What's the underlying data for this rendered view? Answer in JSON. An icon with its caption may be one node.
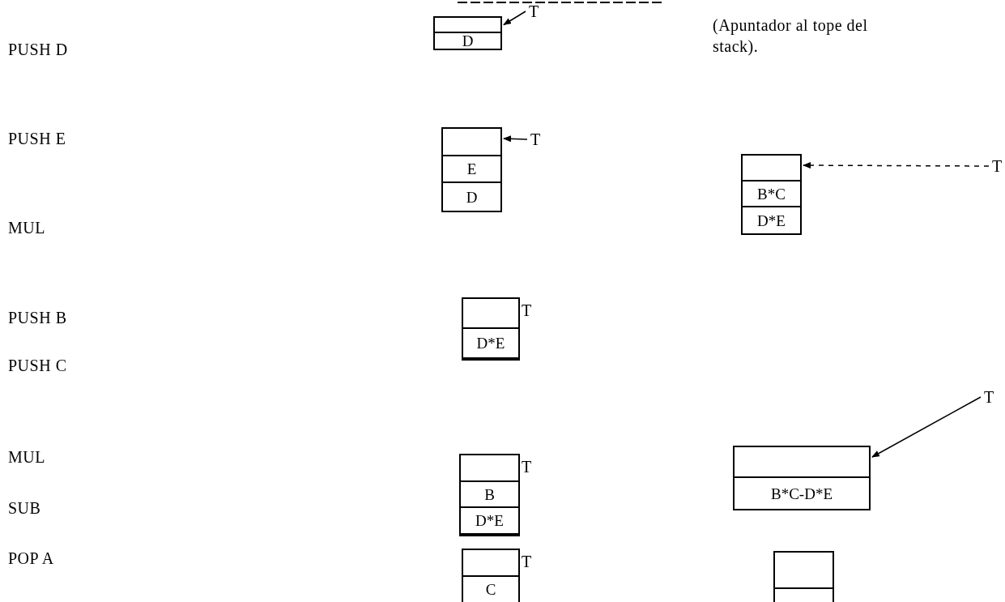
{
  "diagram": {
    "nodes": [
      {
        "text": [],
        "shape": "box"
      },
      {
        "text": [],
        "shape": "box",
        "in": 0
      },
      {
        "text": [
          "D"
        ],
        "in": 0
      },
      {
        "text": [
          "T"
        ]
      },
      {
        "text": [],
        "shape": "box"
      },
      {
        "text": [],
        "shape": "box",
        "in": 4
      },
      {
        "text": [
          "E"
        ],
        "in": 4
      },
      {
        "text": [
          "D"
        ],
        "in": 4
      },
      {
        "text": [
          "T"
        ]
      },
      {
        "text": [],
        "shape": "box"
      },
      {
        "text": [],
        "shape": "box",
        "in": 9
      },
      {
        "text": [
          "B*C"
        ],
        "in": 9
      },
      {
        "text": [
          "D*E"
        ],
        "in": 9
      },
      {
        "text": [
          "T"
        ]
      },
      {
        "text": [],
        "shape": "box",
        "beside": [
          "T"
        ]
      },
      {
        "text": [],
        "shape": "box",
        "in": 14
      },
      {
        "text": [
          "D*E"
        ],
        "in": 14
      },
      {
        "text": [],
        "shape": "box",
        "beside": [
          "T"
        ]
      },
      {
        "text": [],
        "shape": "box",
        "in": 17
      },
      {
        "text": [
          "B"
        ],
        "in": 17
      },
      {
        "text": [
          "D*E"
        ],
        "in": 17
      },
      {
        "text": [],
        "shape": "box",
        "beside": [
          "T"
        ]
      },
      {
        "text": [],
        "shape": "box",
        "in": 21
      },
      {
        "text": [
          "C"
        ],
        "in": 21
      },
      {
        "text": [],
        "shape": "box"
      },
      {
        "text": [],
        "shape": "box",
        "in": 24
      },
      {
        "text": [
          "B*C-D*E"
        ],
        "in": 24
      },
      {
        "text": [
          "T"
        ]
      },
      {
        "text": [],
        "shape": "box"
      },
      {
        "text": [],
        "shape": "box",
        "in": 28
      }
    ],
    "edges": [
      {
        "from": 3,
        "to": 1,
        "arrow": "to"
      },
      {
        "from": 8,
        "to": 5,
        "arrow": "to"
      },
      {
        "from": 13,
        "to": 10,
        "arrow": "to",
        "style": "dashed"
      },
      {
        "from": 27,
        "to": 25,
        "arrow": "to"
      }
    ],
    "labels": [
      "PUSH D",
      "PUSH E",
      "MUL",
      "PUSH B",
      "PUSH C",
      "MUL",
      "SUB",
      "POP A",
      "(Apuntador al tope del stack)."
    ]
  }
}
